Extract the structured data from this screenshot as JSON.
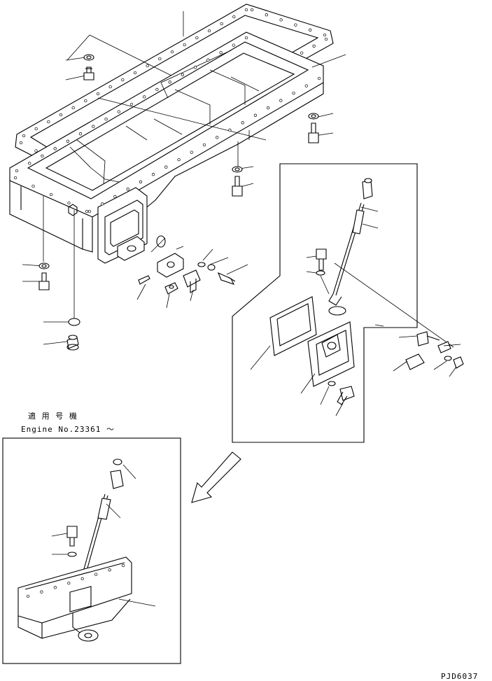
{
  "applicable_heading": "適 用 号 機",
  "engine_number": "Engine No.23361 ～",
  "drawing_code": "PJD6037"
}
